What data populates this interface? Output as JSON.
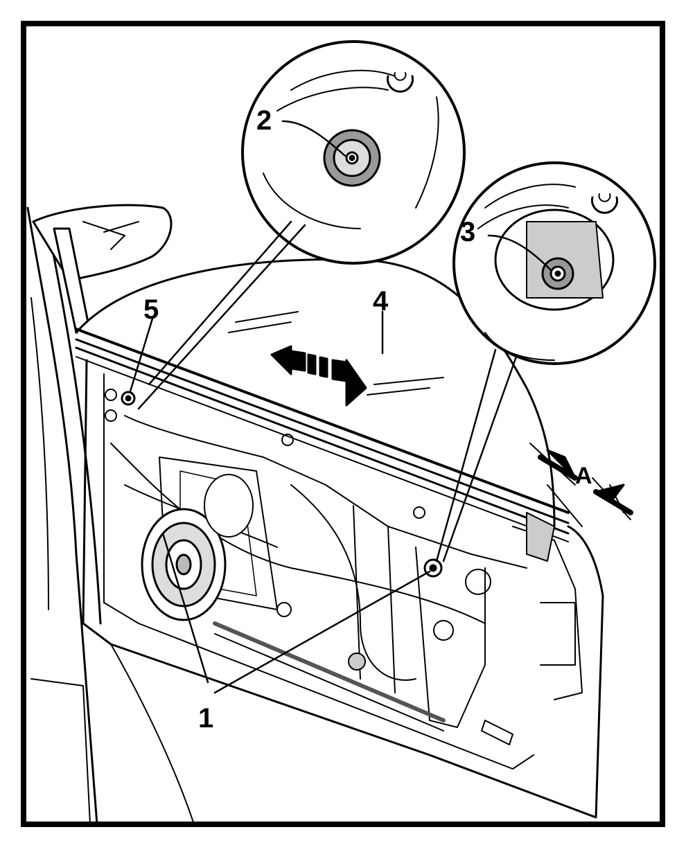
{
  "callouts": {
    "c1": "1",
    "c2": "2",
    "c3": "3",
    "c4": "4",
    "c5": "5",
    "cA": "A"
  },
  "colors": {
    "line": "#000000",
    "fill_light": "#d9d9d9",
    "fill_mid": "#bdbdbd",
    "background": "#ffffff"
  },
  "icons": [
    "bolt-icon",
    "mirror-icon",
    "speaker-icon",
    "arrow-icon",
    "circular-arrow-icon"
  ]
}
